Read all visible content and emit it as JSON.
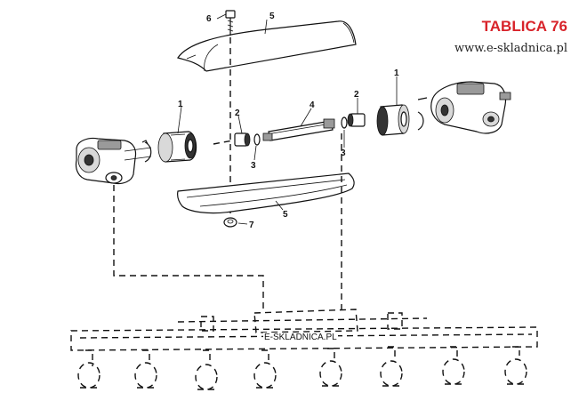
{
  "header": {
    "title": "TABLICA 76",
    "website": "www.e-skladnica.pl"
  },
  "watermark": "E-SKLADNICA.PL",
  "callouts": [
    "6",
    "5",
    "1",
    "2",
    "4",
    "1",
    "2",
    "3",
    "3",
    "5",
    "7"
  ],
  "colors": {
    "title": "#d8232a",
    "ink": "#111111"
  }
}
